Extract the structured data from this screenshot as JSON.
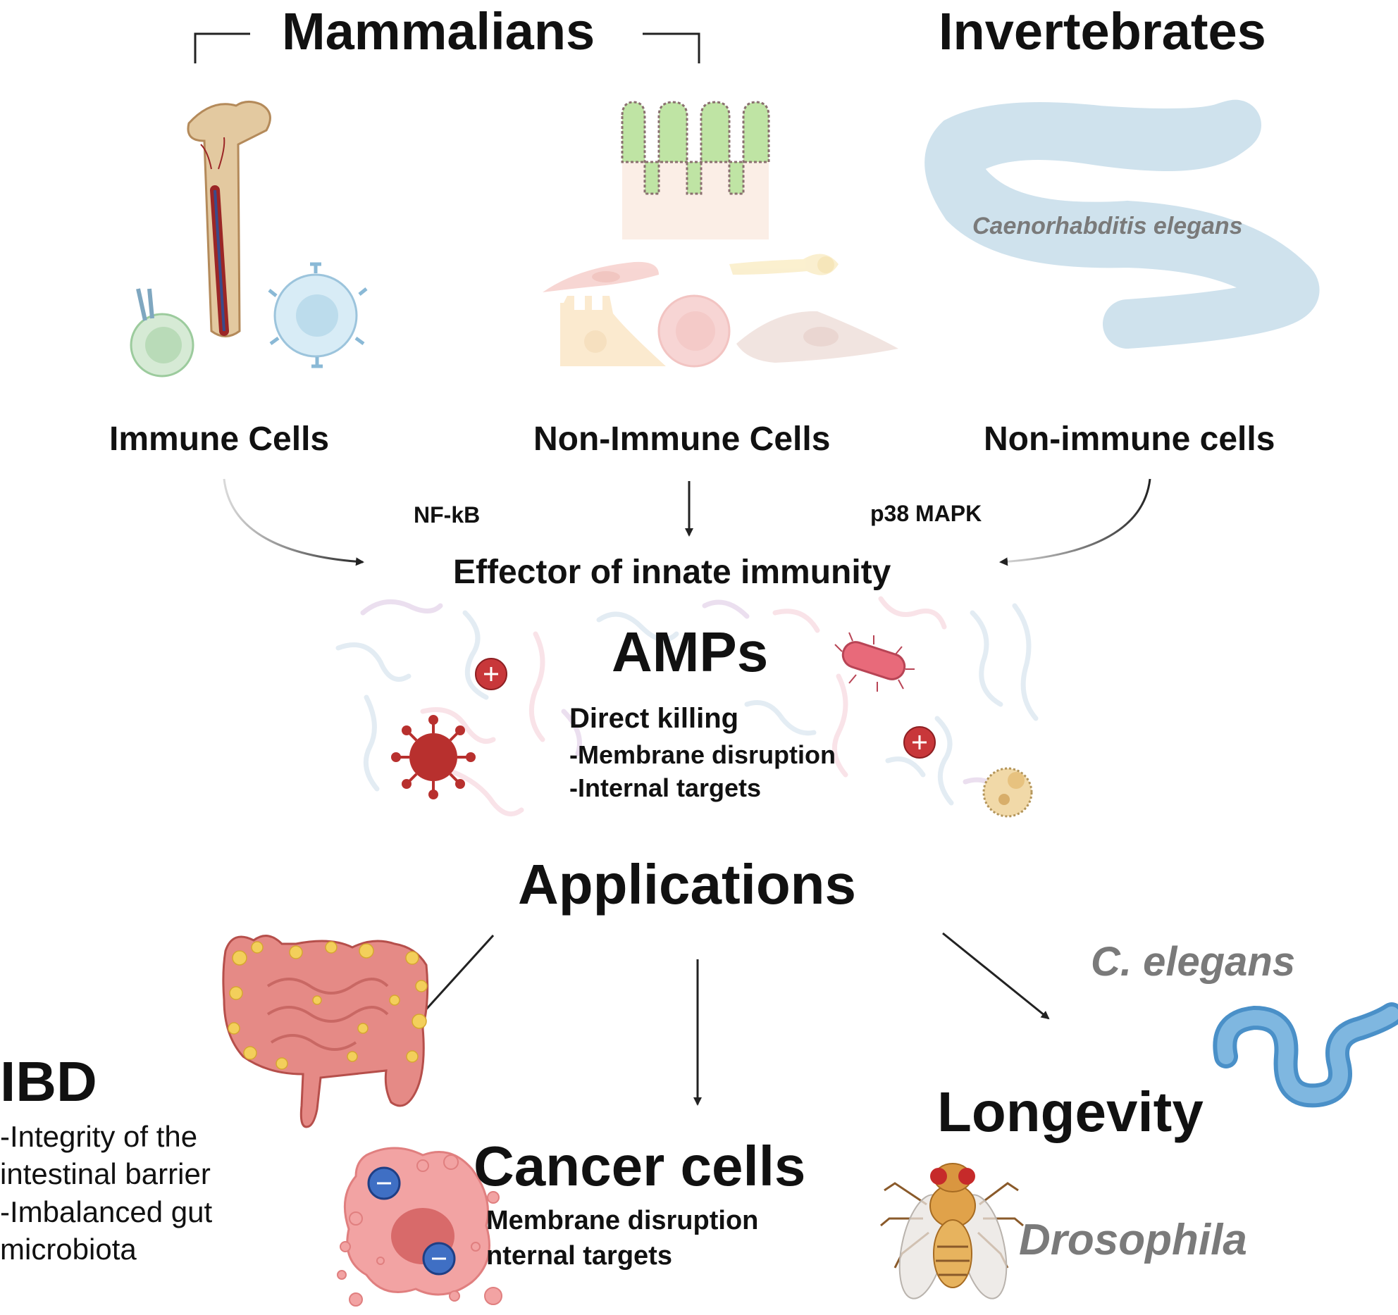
{
  "top": {
    "mammalians": "Mammalians",
    "invertebrates": "Invertebrates",
    "worm_label": "Caenorhabditis elegans"
  },
  "sources": {
    "immune": "Immune Cells",
    "non_immune": "Non-Immune Cells",
    "non_immune_inv": "Non-immune cells",
    "pathway_left": "NF-kB",
    "pathway_right": "p38 MAPK"
  },
  "effector": {
    "title": "Effector of innate immunity",
    "amps": "AMPs",
    "direct_killing": "Direct killing",
    "membrane": "-Membrane disruption",
    "internal": "-Internal targets"
  },
  "applications": {
    "title": "Applications",
    "ibd": {
      "title": "IBD",
      "lines": [
        "-Integrity of the",
        "intestinal barrier",
        "-Imbalanced gut",
        "microbiota"
      ]
    },
    "cancer": {
      "title": "Cancer cells",
      "line1": "Membrane disruption",
      "line2": "nternal targets"
    },
    "longevity": {
      "title": "Longevity",
      "celegans": "C. elegans",
      "drosophila": "Drosophila"
    }
  },
  "colors": {
    "text": "#111111",
    "grey_italic": "#7a7a7a",
    "bone": "#e3c9a0",
    "villi": "#a8d88a",
    "worm_light": "#c9dde9",
    "worm_blue": "#5fa6d6",
    "virus_red": "#b8302e",
    "cancer_pink": "#f2a3a3",
    "gut_red": "#e58a86",
    "gut_yellow": "#f3cf5b"
  }
}
